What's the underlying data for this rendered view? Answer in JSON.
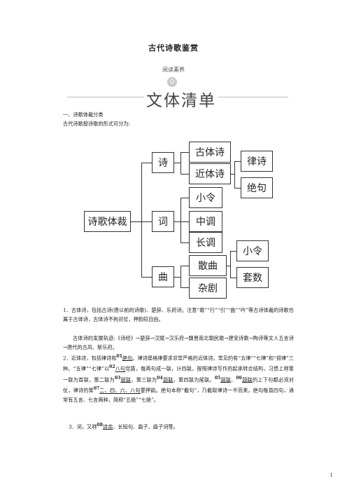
{
  "page": {
    "title": "古代诗歌鉴赏",
    "subheading": "阅读素养",
    "banner": "文体清单",
    "page_number": "1"
  },
  "icons": {
    "badge": "pin-icon"
  },
  "section1": {
    "heading": "一、诗歌体裁分类",
    "intro": "古代诗歌按诗歌的形式可分为:"
  },
  "tree": {
    "root": "诗歌体裁",
    "shi": "诗",
    "gutishi": "古体诗",
    "jintishi": "近体诗",
    "lvshi": "律诗",
    "jueju": "绝句",
    "ci": "词",
    "xiaoling": "小令",
    "zhongdiao": "中调",
    "changdiao": "长调",
    "qu": "曲",
    "sanqu": "散曲",
    "qu_xiaoling": "小令",
    "taoshu": "套数",
    "zaju": "杂剧"
  },
  "p1": {
    "text": "1．古体诗，包括古诗(唐以前的诗歌)、楚辞、乐府诗。注意“歌”“行”“引”“曲”“吟”等古诗体裁的诗歌也属于古体诗，古体诗不拘对仗，押韵较自由。"
  },
  "p2": {
    "text": "古体诗的发展轨迹:《诗经》→楚辞→汉赋→汉乐府→魏晋南北朝民歌→建安诗歌→陶诗等文人五言诗→唐代的古风、新乐府。"
  },
  "p3": {
    "s1": "2．近体诗，包括律诗和",
    "m1": "01",
    "u1": "绝句",
    "s2": "。律诗是格律要求非常严格的近体诗。常见的有“五律”“七律”和“排律”三种。“五律”“七律”以",
    "m2": "02",
    "u2": "八句",
    "s3": "完篇，每两句成一联，计四联。按照律诗写作的起承转合结构，习惯上称第一联为首联，第二联为",
    "m3": "03",
    "u3": "颔联",
    "s4": "，第三联为",
    "m4": "04",
    "u4": "颈联",
    "s5": "，第四联为尾联。",
    "m5": "05",
    "u5": "颔联",
    "s6": "、",
    "m6": "06",
    "u6": "颈联",
    "s7": "的上下句都必须对仗，律诗的第",
    "m7": "07",
    "u7": "二、四、六、八句",
    "s8": "要押韵。绝句本称“截句”，乃截取律诗一半而来。绝句每首四句，通常有五言、七言两种，简称“五绝”“七绝”。"
  },
  "p4": {
    "s1": "3．词，又称",
    "m1": "08",
    "u1": "诗余",
    "s2": "、长短句、曲子、曲子词等。"
  }
}
